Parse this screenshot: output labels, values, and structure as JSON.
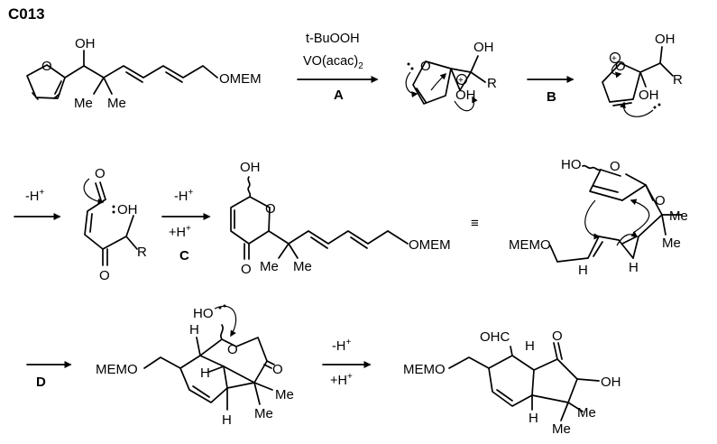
{
  "title": "C013",
  "reagents": {
    "step_a_line1": "t-BuOOH",
    "step_a_line2": "VO(acac)",
    "step_a_sub": "2",
    "step_a_label": "A",
    "step_b_label": "B",
    "step_c_line1": "-H",
    "step_c_line2": "-H",
    "step_c_line3": "+H",
    "step_c_label": "C",
    "step_d_label": "D",
    "step_e_line1": "-H",
    "step_e_line2": "+H",
    "plus": "+"
  },
  "atoms": {
    "oh": "OH",
    "o": "O",
    "me": "Me",
    "ome_m": "OMEM",
    "meom": "MEMO",
    "r": "R",
    "h": "H",
    "ho": "HO",
    "ohc": "OHC",
    "equiv": "≡"
  }
}
